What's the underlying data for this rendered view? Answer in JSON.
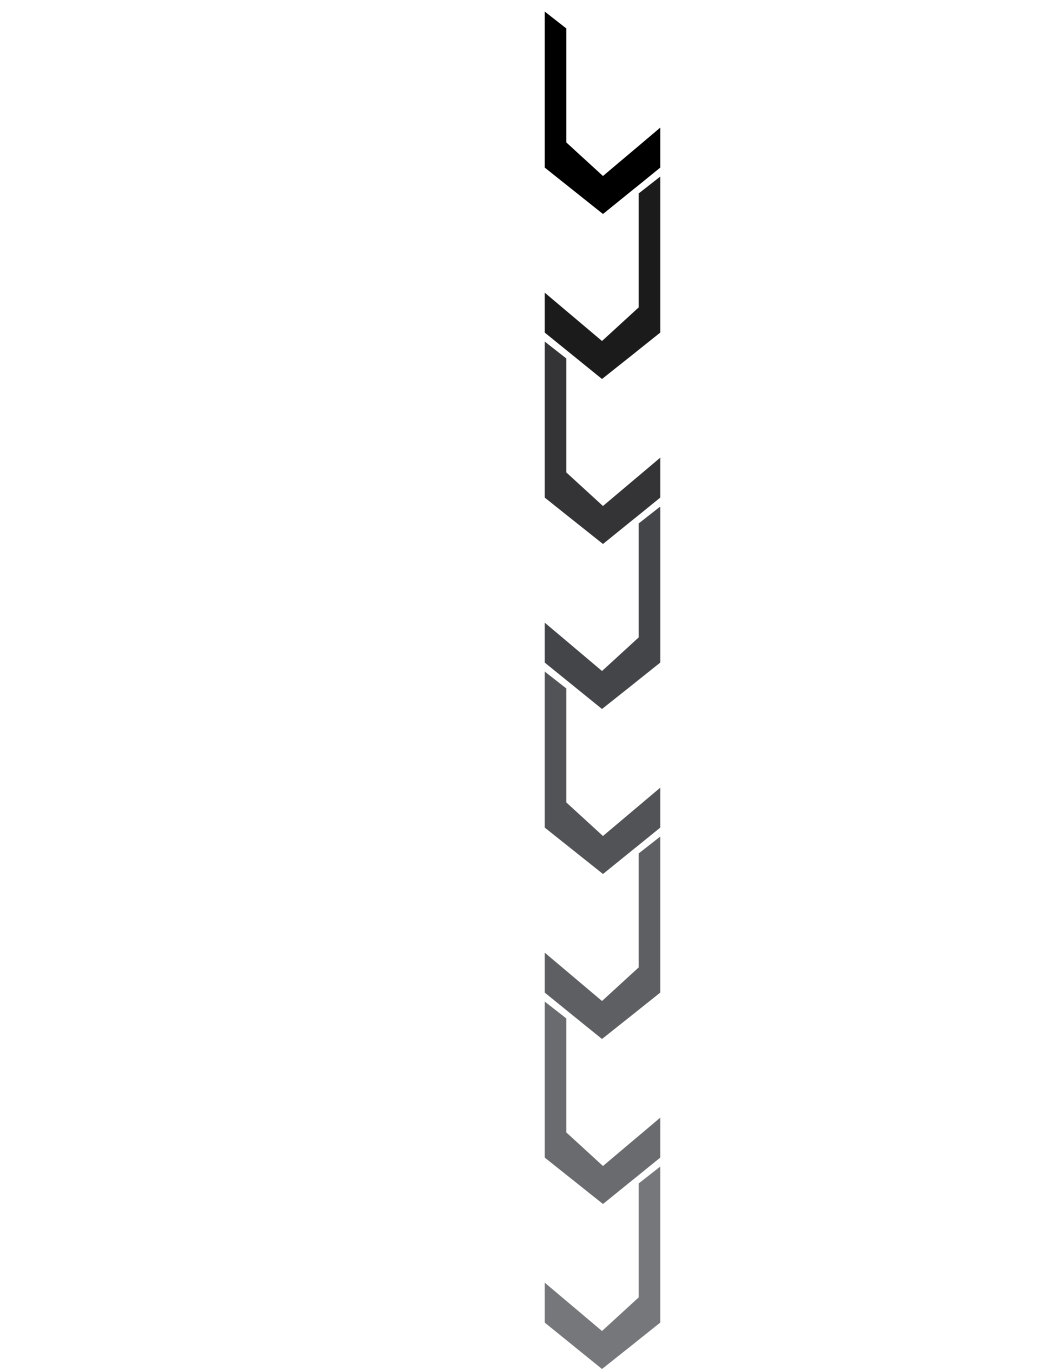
{
  "graphic": {
    "description_type": "chevron-stack",
    "chevrons": [
      {
        "icon": "chevron-down-icon",
        "orientation": "left-tall",
        "color": "#000000"
      },
      {
        "icon": "chevron-down-icon",
        "orientation": "right-tall",
        "color": "#1b1b1c"
      },
      {
        "icon": "chevron-down-icon",
        "orientation": "left-tall",
        "color": "#343436"
      },
      {
        "icon": "chevron-down-icon",
        "orientation": "right-tall",
        "color": "#444548"
      },
      {
        "icon": "chevron-down-icon",
        "orientation": "left-tall",
        "color": "#525356"
      },
      {
        "icon": "chevron-down-icon",
        "orientation": "right-tall",
        "color": "#5e5f62"
      },
      {
        "icon": "chevron-down-icon",
        "orientation": "left-tall",
        "color": "#6a6b6e"
      },
      {
        "icon": "chevron-down-icon",
        "orientation": "right-tall",
        "color": "#76777a"
      }
    ]
  }
}
